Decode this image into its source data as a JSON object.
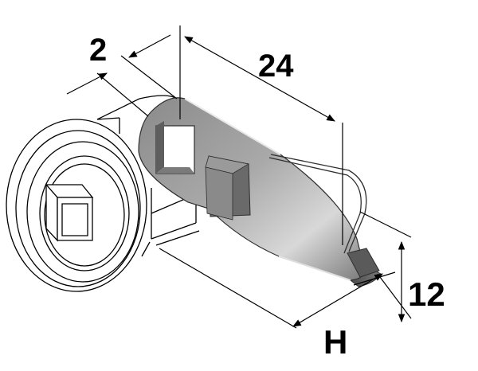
{
  "dimensions": {
    "thickness": "2",
    "length": "24",
    "width": "12",
    "offset": "H"
  },
  "colors": {
    "line": "#000000",
    "cam_dark": "#5c5c5c",
    "cam_mid": "#8e8e8e",
    "cam_light": "#c4c4c4",
    "cam_highlight": "#e6e6e6",
    "background": "#ffffff"
  }
}
